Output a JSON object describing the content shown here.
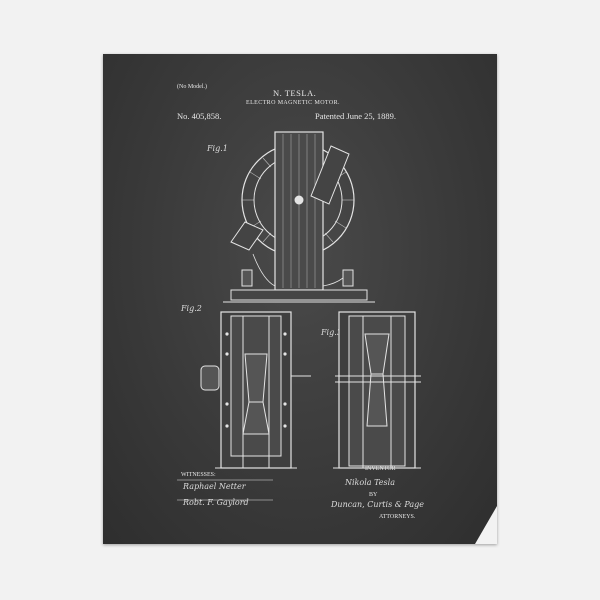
{
  "patent": {
    "model_note": "(No Model.)",
    "inventor_name": "N. TESLA.",
    "title": "ELECTRO MAGNETIC MOTOR.",
    "number": "No. 405,858.",
    "patented": "Patented June 25, 1889.",
    "fig1_label": "Fig.1",
    "fig2_label": "Fig.2",
    "fig3_label": "Fig.3",
    "witnesses_label": "WITNESSES:",
    "witness_1": "Raphael Netter",
    "witness_2": "Robt. F. Gaylord",
    "inventor_label": "INVENTOR",
    "inventor_signature": "Nikola Tesla",
    "by_label": "BY",
    "attorneys_signature": "Duncan, Curtis & Page",
    "attorneys_label": "ATTORNEYS."
  },
  "colors": {
    "page_background": "#f2f2f2",
    "chalkboard": "#3a3a3a",
    "chalk_line": "#e6e6e6"
  }
}
